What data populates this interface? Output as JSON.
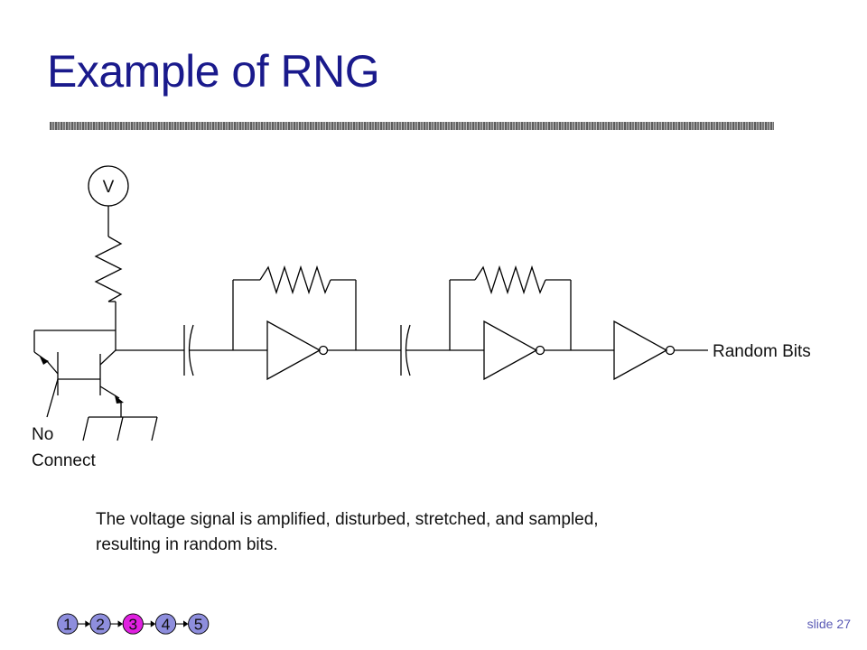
{
  "slide": {
    "title": "Example of RNG",
    "caption_line1": "The voltage signal is amplified, disturbed, stretched, and sampled,",
    "caption_line2": "resulting in random bits.",
    "slide_label": "slide",
    "slide_number": "27"
  },
  "diagram": {
    "voltage_source_label": "V",
    "no_connect_line1": "No",
    "no_connect_line2": "Connect",
    "output_label": "Random Bits"
  },
  "nav": {
    "items": [
      "1",
      "2",
      "3",
      "4",
      "5"
    ],
    "active_index": 2,
    "colors": {
      "inactive": "#8e8edd",
      "active": "#e020e0",
      "arrow": "#000000"
    }
  },
  "colors": {
    "title": "#1a1a8c",
    "line": "#000000",
    "slide_number": "#5a5ab5"
  }
}
